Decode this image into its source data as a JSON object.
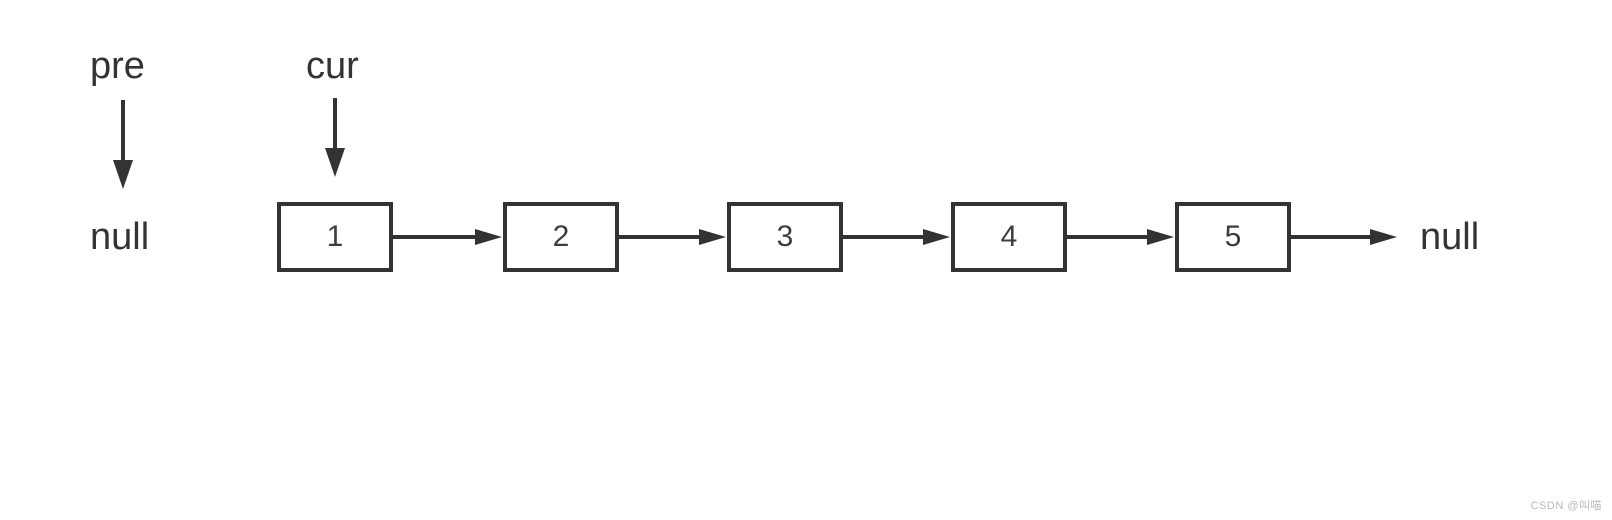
{
  "diagram": {
    "type": "singly-linked-list",
    "pointers": {
      "pre_label": "pre",
      "cur_label": "cur"
    },
    "head_null": "null",
    "tail_null": "null",
    "nodes": [
      "1",
      "2",
      "3",
      "4",
      "5"
    ],
    "colors": {
      "line": "#333333",
      "text": "#333333",
      "node_border": "#333333",
      "background": "#ffffff",
      "watermark": "#b9b9b9"
    }
  },
  "watermark_text": "CSDN @叫喵"
}
